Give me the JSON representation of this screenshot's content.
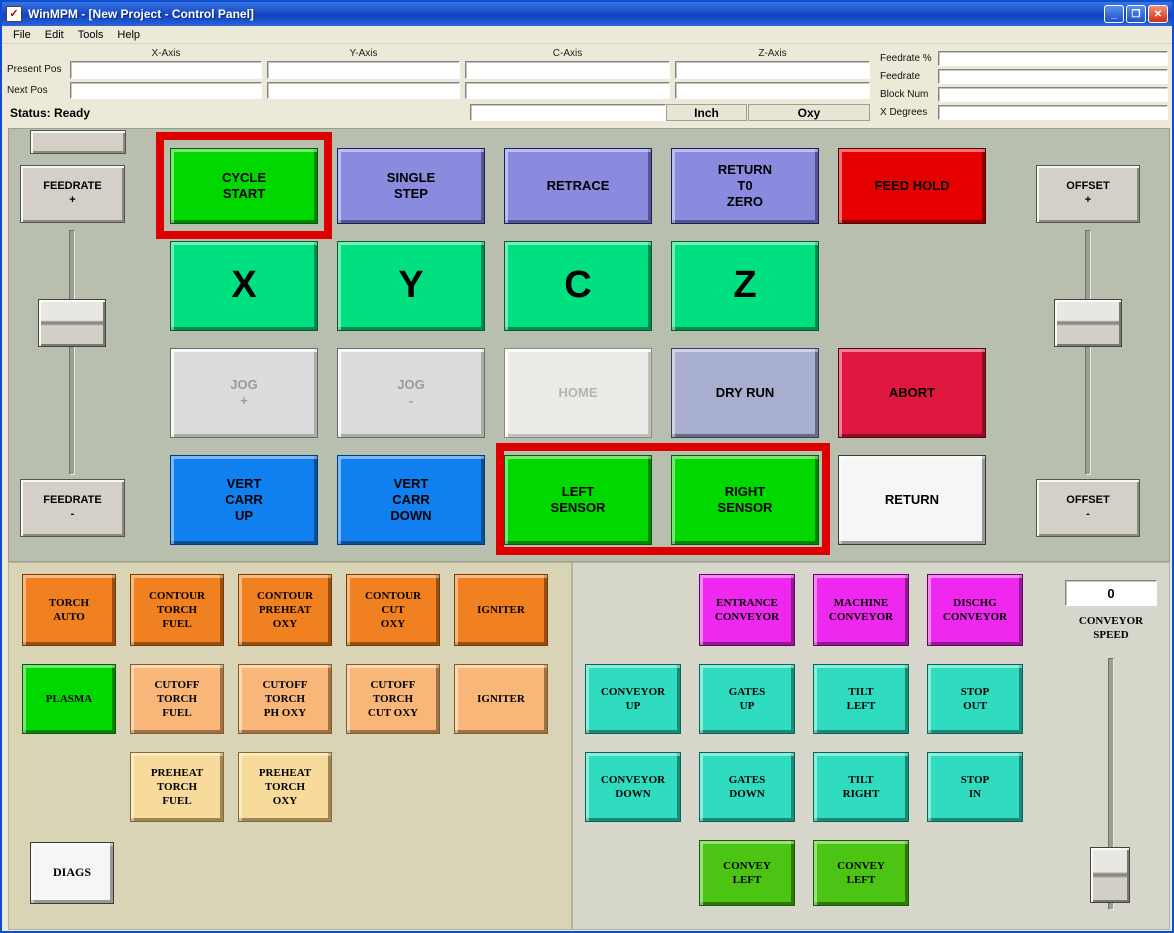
{
  "palette": {
    "titlebar_blue": "#1a52d8",
    "panel_sage": "#b9bfae",
    "panel_tan": "#d9d4b6",
    "panel_gray": "#d6d6cb",
    "chrome_beige": "#ece9d8",
    "bright_green": "#00d800",
    "spring_green": "#00e080",
    "periwinkle": "#8a8ade",
    "red": "#e60000",
    "crimson": "#e01840",
    "blue": "#1080f0",
    "gray_blue": "#a8aed0",
    "orange": "#f08020",
    "peach": "#f8b678",
    "tan_yellow": "#f8da9a",
    "magenta": "#ee28ee",
    "turquoise": "#30dcc0",
    "lime_green": "#4cc414",
    "highlight_red": "#de0000"
  },
  "titlebar": {
    "title": "WinMPM - [New Project - Control Panel]",
    "minimize": "_",
    "maximize": "❐",
    "close": "✕"
  },
  "menubar": {
    "items": [
      "File",
      "Edit",
      "Tools",
      "Help"
    ]
  },
  "readouts": {
    "axes": [
      "X-Axis",
      "Y-Axis",
      "C-Axis",
      "Z-Axis"
    ],
    "present_label": "Present Pos",
    "next_label": "Next Pos",
    "status": "Status: Ready",
    "units": "Inch",
    "mode": "Oxy",
    "side_labels": [
      "Feedrate %",
      "Feedrate",
      "Block Num",
      "X Degrees"
    ]
  },
  "control_panel": {
    "feedrate_plus": "FEEDRATE\n+",
    "feedrate_minus": "FEEDRATE\n-",
    "offset_plus": "OFFSET\n+",
    "offset_minus": "OFFSET\n-",
    "row1": [
      "CYCLE\nSTART",
      "SINGLE\nSTEP",
      "RETRACE",
      "RETURN\nT0\nZERO",
      "FEED HOLD"
    ],
    "row2": [
      "X",
      "Y",
      "C",
      "Z"
    ],
    "row3": [
      "JOG\n+",
      "JOG\n-",
      "HOME",
      "DRY RUN",
      "ABORT"
    ],
    "row4": [
      "VERT\nCARR\nUP",
      "VERT\nCARR\nDOWN",
      "LEFT\nSENSOR",
      "RIGHT\nSENSOR",
      "RETURN"
    ]
  },
  "torch_panel": {
    "row1": [
      "TORCH\nAUTO",
      "CONTOUR\nTORCH\nFUEL",
      "CONTOUR\nPREHEAT\nOXY",
      "CONTOUR\nCUT\nOXY",
      "IGNITER"
    ],
    "row2": [
      "PLASMA",
      "CUTOFF\nTORCH\nFUEL",
      "CUTOFF\nTORCH\nPH OXY",
      "CUTOFF\nTORCH\nCUT OXY",
      "IGNITER"
    ],
    "row3": [
      "PREHEAT\nTORCH\nFUEL",
      "PREHEAT\nTORCH\nOXY"
    ],
    "diags": "DIAGS"
  },
  "conveyor_panel": {
    "row1": [
      "ENTRANCE\nCONVEYOR",
      "MACHINE\nCONVEYOR",
      "DISCHG\nCONVEYOR"
    ],
    "row2": [
      "CONVEYOR\nUP",
      "GATES\nUP",
      "TILT\nLEFT",
      "STOP\nOUT"
    ],
    "row3": [
      "CONVEYOR\nDOWN",
      "GATES\nDOWN",
      "TILT\nRIGHT",
      "STOP\nIN"
    ],
    "row4": [
      "CONVEY\nLEFT",
      "CONVEY\nLEFT"
    ],
    "speed_value": "0",
    "speed_label": "CONVEYOR\nSPEED"
  }
}
